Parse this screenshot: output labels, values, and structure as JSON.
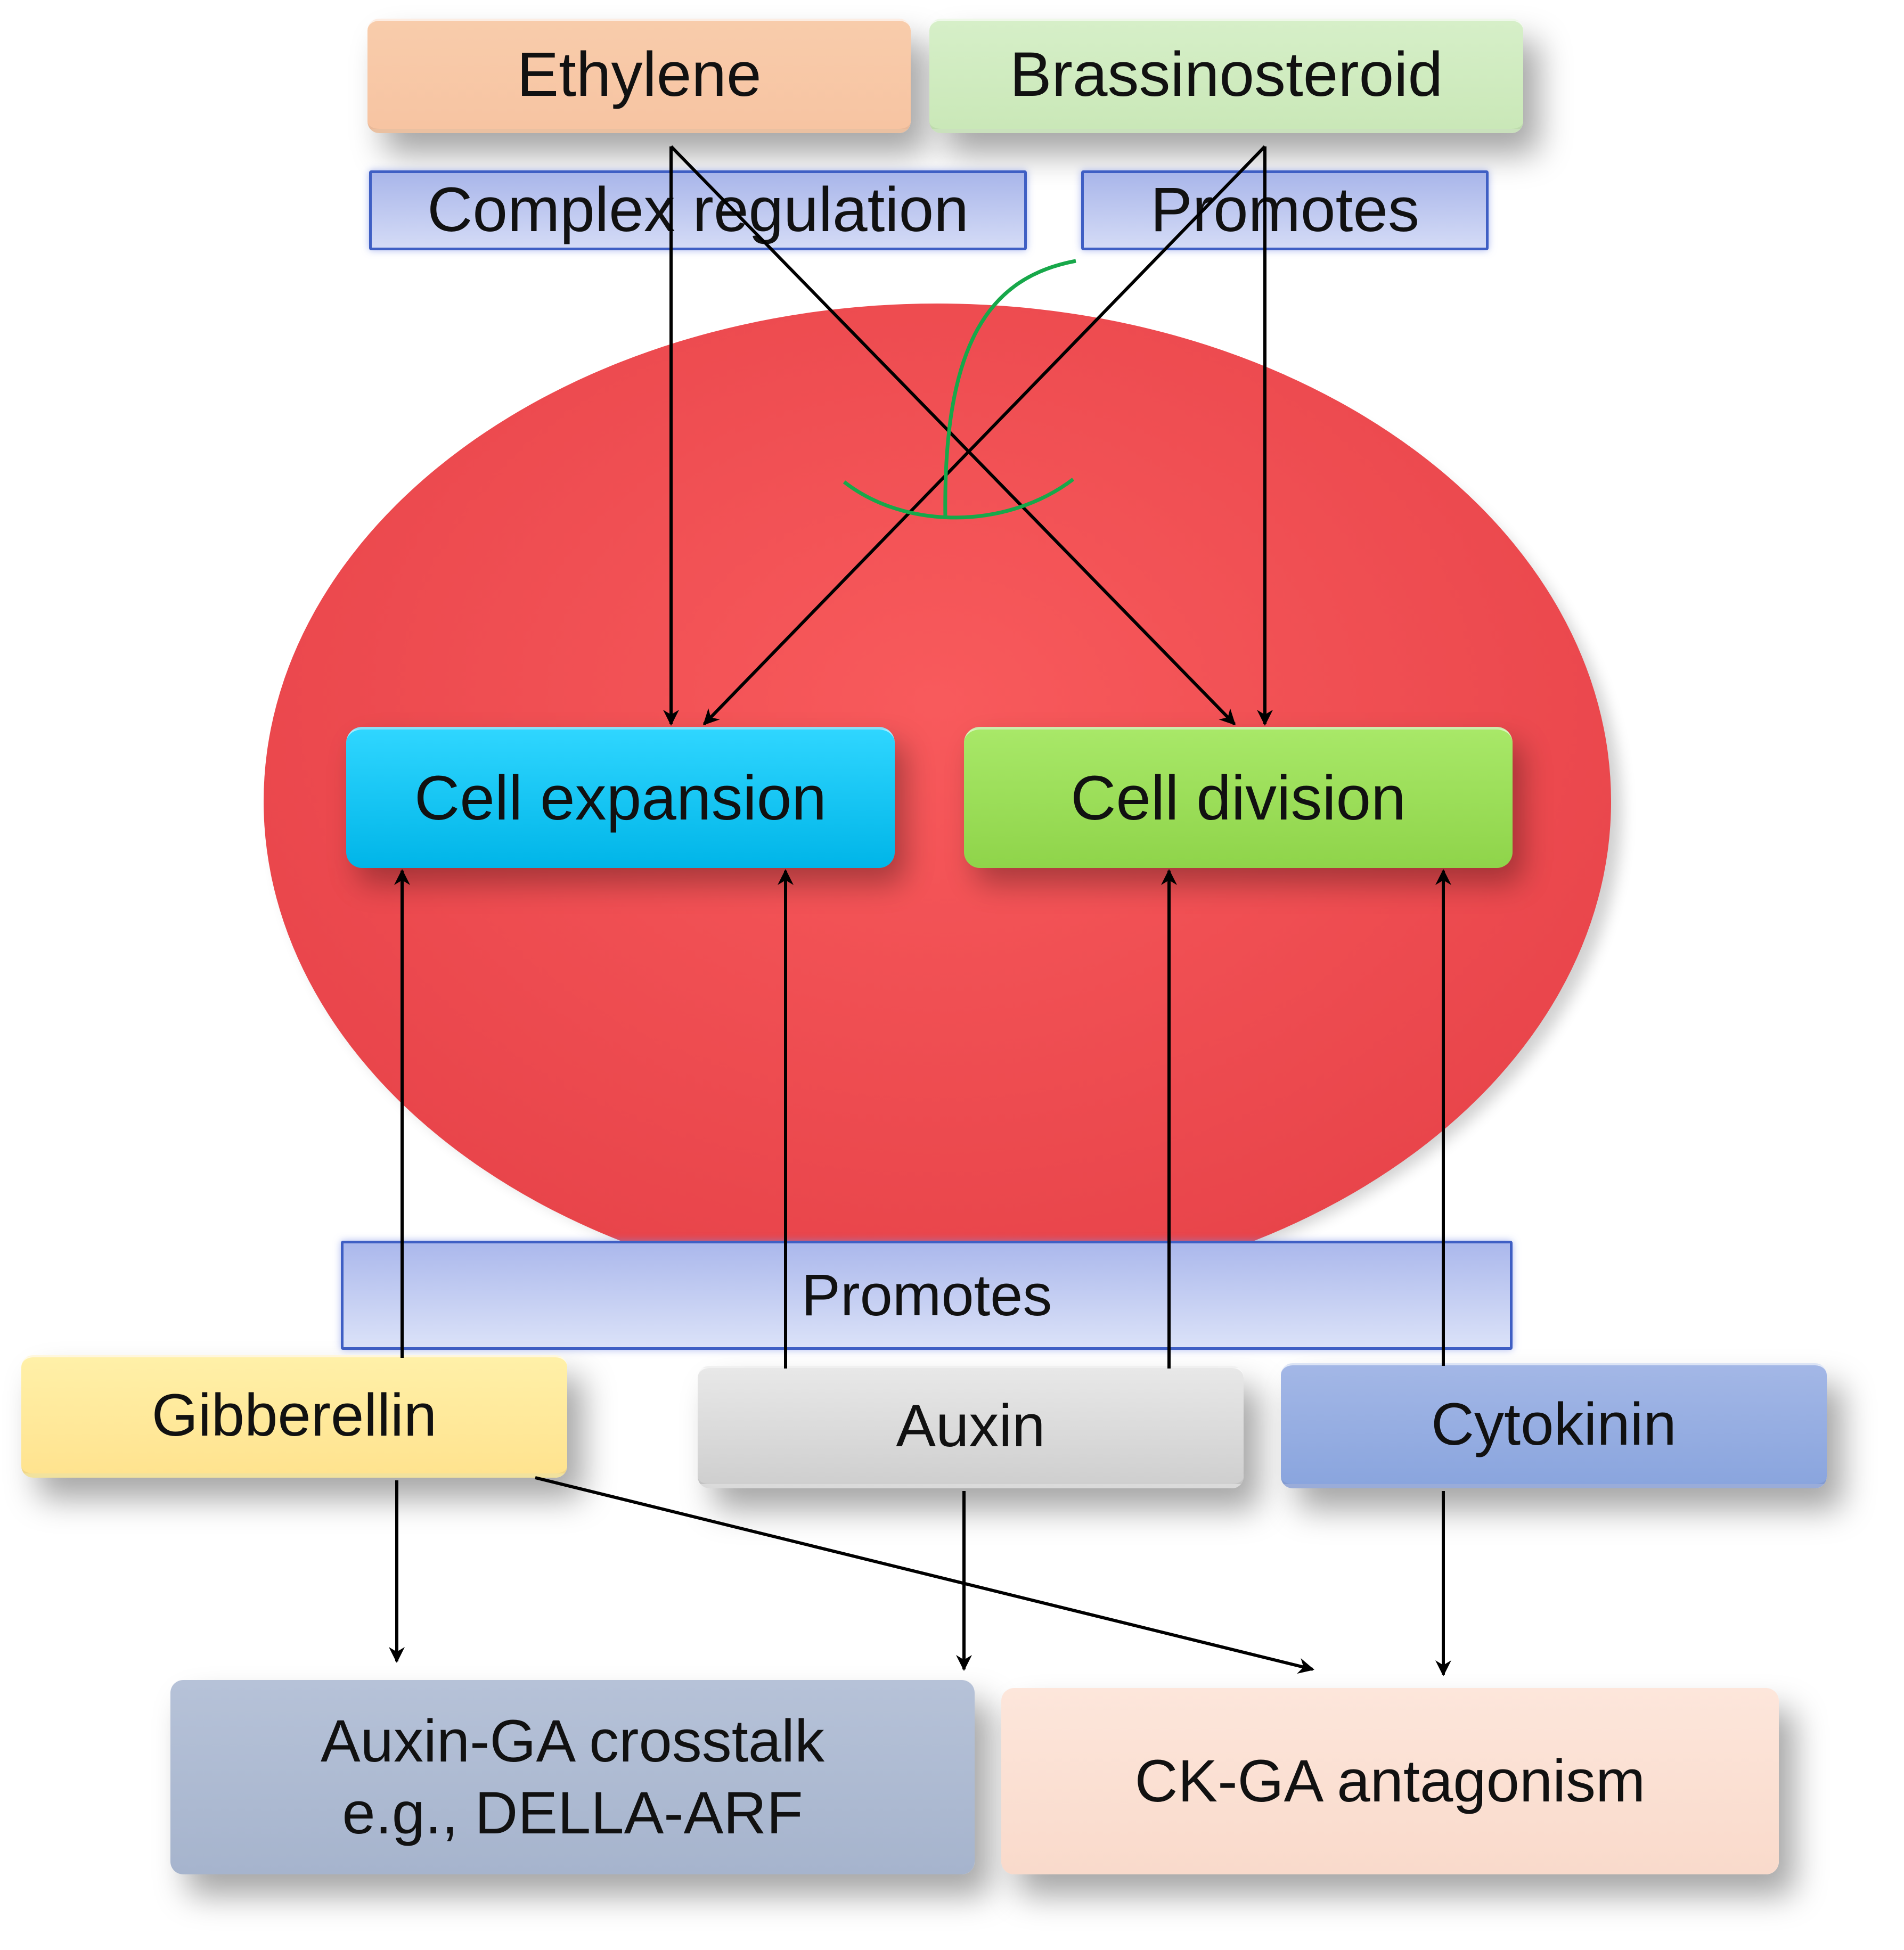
{
  "hormones": {
    "ethylene": "Ethylene",
    "brassinosteroid": "Brassinosteroid",
    "gibberellin": "Gibberellin",
    "auxin": "Auxin",
    "cytokinin": "Cytokinin"
  },
  "relations": {
    "complex_regulation": "Complex regulation",
    "promotes_top": "Promotes",
    "promotes_bottom": "Promotes"
  },
  "processes": {
    "cell_expansion": "Cell expansion",
    "cell_division": "Cell division"
  },
  "outcomes": {
    "crosstalk_line1": "Auxin-GA crosstalk",
    "crosstalk_line2": "e.g., DELLA-ARF",
    "antagonism": "CK-GA antagonism"
  },
  "colors": {
    "ellipse": "#ee4a4c",
    "ethylene": "#f7c4a2",
    "brassinosteroid": "#cae8b8",
    "cell_expansion": "#00b5e8",
    "cell_division": "#8fd44a",
    "gibberellin": "#ffe38f",
    "auxin": "#cfcfcf",
    "cytokinin": "#8aa5de",
    "crosstalk": "#a6b4cd",
    "antagonism": "#f9dacb",
    "arc": "#17a84a"
  }
}
